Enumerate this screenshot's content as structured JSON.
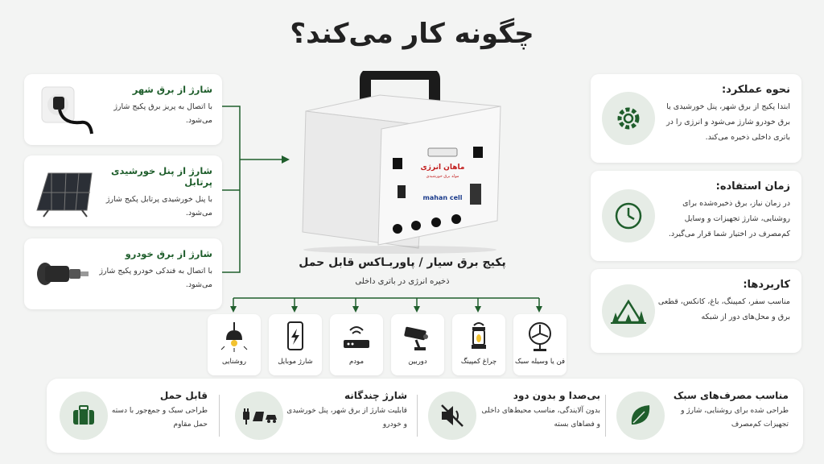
{
  "title": "چگونه کار می‌کند؟",
  "charging_sources": [
    {
      "title": "شارژ از برق شهر",
      "desc": "با اتصال به پریز برق پکیج شارژ می‌شود.",
      "icon": "wall-plug-icon"
    },
    {
      "title": "شارژ از پنل خورشیدی پرتابل",
      "desc": "با پنل خورشیدی پرتابل پکیج شارژ می‌شود.",
      "icon": "solar-panel-icon"
    },
    {
      "title": "شارژ از برق خودرو",
      "desc": "با اتصال به فندکی خودرو پکیج شارژ می‌شود.",
      "icon": "car-charger-icon"
    }
  ],
  "device": {
    "brand_fa": "ماهان انرژی",
    "brand_sub": "مولد برق خورشیدی",
    "brand_en": "mahan cell",
    "title": "پکیج برق سیار / پاوربـاکس قابل حمل",
    "subtitle": "ذخیره انرژی در باتری داخلی"
  },
  "applications": [
    {
      "label": "روشنایی",
      "icon": "lamp-icon"
    },
    {
      "label": "شارژ موبایل",
      "icon": "mobile-charge-icon"
    },
    {
      "label": "مودم",
      "icon": "modem-icon"
    },
    {
      "label": "دوربین",
      "icon": "camera-icon"
    },
    {
      "label": "چراغ کمپینگ",
      "icon": "lantern-icon"
    },
    {
      "label": "فن یا وسیله سبک",
      "icon": "fan-icon"
    }
  ],
  "info_cards": [
    {
      "title": "نحوه عملکرد:",
      "desc": "ابتدا پکیج از برق شهر، پنل خورشیدی یا برق خودرو شارژ می‌شود و انرژی را در باتری داخلی ذخیره می‌کند.",
      "icon": "gear-icon"
    },
    {
      "title": "زمان استفاده:",
      "desc": "در زمان نیاز، برق ذخیره‌شده برای روشنایی، شارژ تجهیزات و وسایل کم‌مصرف در اختیار شما قرار می‌گیرد.",
      "icon": "clock-icon"
    },
    {
      "title": "کاربردها:",
      "desc": "مناسب سفر، کمپینگ، باغ، کانکس، قطعی برق و محل‌های دور از شبکه",
      "icon": "camping-tent-icon"
    }
  ],
  "features": [
    {
      "title": "مناسب مصرف‌های سبک",
      "desc": "طراحی شده برای روشنایی، شارژ و تجهیزات کم‌مصرف",
      "icon": "leaf-icon"
    },
    {
      "title": "بی‌صدا و بدون دود",
      "desc": "بدون آلایندگی، مناسب محیط‌های داخلی و فضاهای بسته",
      "icon": "mute-speaker-icon"
    },
    {
      "title": "شارژ چندگانه",
      "desc": "قابلیت شارژ از برق شهر، پنل خورشیدی و خودرو",
      "icon": "multi-charge-icon"
    },
    {
      "title": "قابل حمل",
      "desc": "طراحی سبک و جمع‌جور با دسته حمل مقاوم",
      "icon": "suitcase-icon"
    }
  ],
  "colors": {
    "accent": "#1f5e2c",
    "icon_circle": "#e4ebe4",
    "background": "#f3f4f3"
  }
}
